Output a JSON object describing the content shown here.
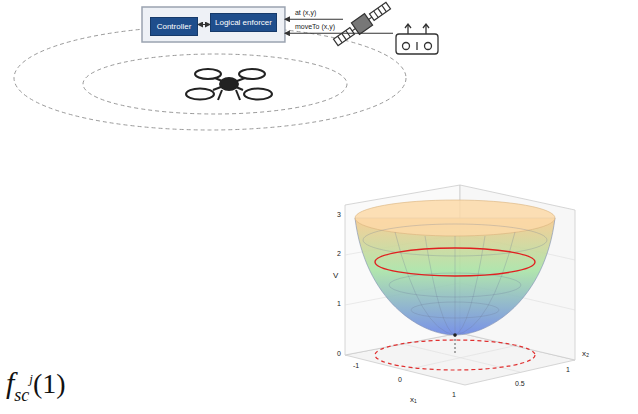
{
  "diagram": {
    "nodes": [
      {
        "text": [
          "Controller"
        ]
      },
      {
        "text": [
          "Logical enforcer"
        ]
      }
    ],
    "edges": [
      {
        "from": 0,
        "to": 1,
        "arrow": "both"
      }
    ],
    "labels": [
      "at (x,y)",
      "moveTo (x,y)",
      "V",
      "3",
      "2",
      "1",
      "0",
      "-1",
      "0",
      "1",
      "x₁",
      "0.5",
      "1",
      "x₂",
      "f",
      "sc",
      "j",
      "(1)"
    ]
  }
}
